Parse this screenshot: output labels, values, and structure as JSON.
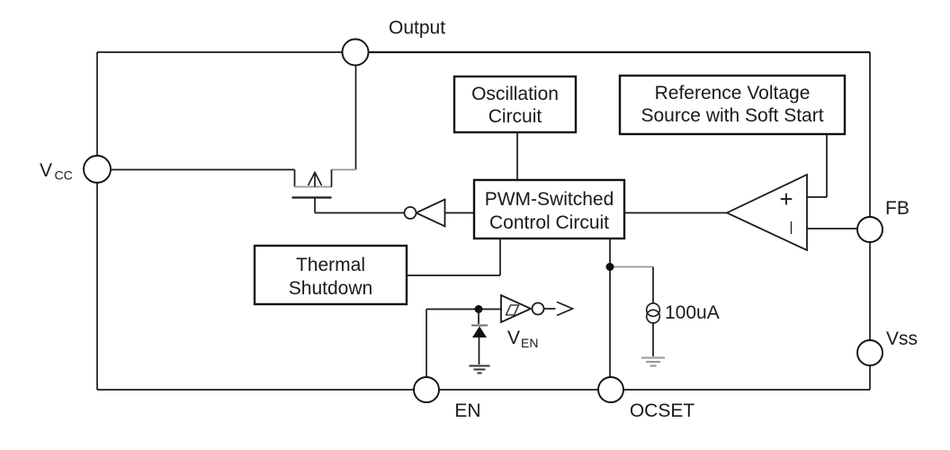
{
  "diagram": {
    "background_color": "#ffffff",
    "line_color": "#1a1a1a",
    "muted_line_color": "#969696",
    "blocks": {
      "oscillation": {
        "line1": "Oscillation",
        "line2": "Circuit"
      },
      "reference": {
        "line1": "Reference Voltage",
        "line2": "Source with Soft Start"
      },
      "pwm": {
        "line1": "PWM-Switched",
        "line2": "Control Circuit"
      },
      "thermal": {
        "line1": "Thermal",
        "line2": "Shutdown"
      }
    },
    "pins": {
      "output": "Output",
      "vcc_main": "V",
      "vcc_sub": "CC",
      "fb": "FB",
      "vss": "Vss",
      "en": "EN",
      "ocset": "OCSET"
    },
    "comparator": {
      "noninverting": "+",
      "inverting": "|"
    },
    "enable_buffer": {
      "label_main": "V",
      "label_sub": "EN"
    },
    "current_source": {
      "value": "100uA"
    },
    "symbols": {
      "pass_transistor": "pmos-transistor-icon",
      "gate_driver": "inverter-icon",
      "error_amp": "comparator-icon",
      "enable_buffer": "schmitt-buffer-icon",
      "esd_diode": "diode-icon",
      "current_source": "current-source-icon",
      "ground": "ground-icon"
    }
  }
}
